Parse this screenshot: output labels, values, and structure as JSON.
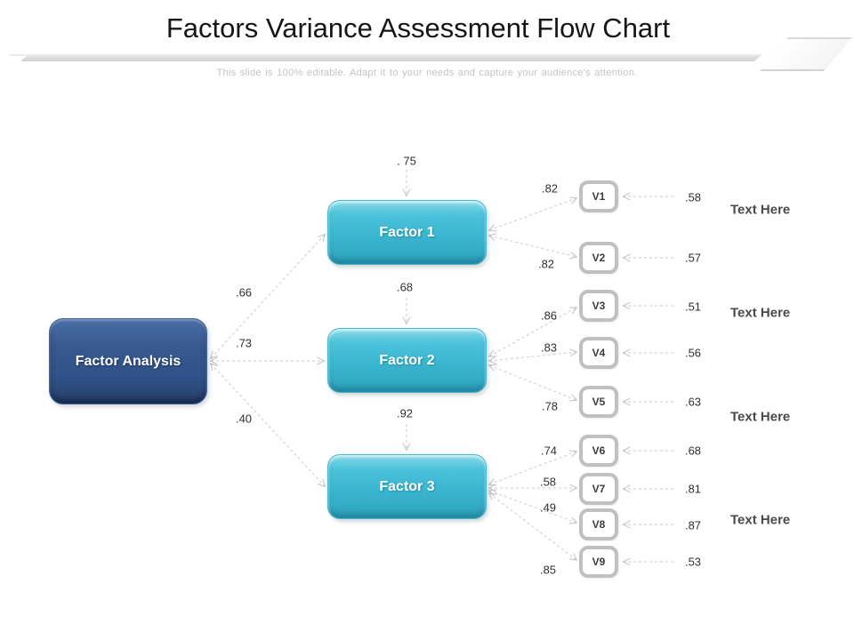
{
  "header": {
    "title": "Factors Variance Assessment Flow Chart",
    "subtitle": "This slide is 100% editable. Adapt it to your needs and capture your audience's attention."
  },
  "root": {
    "label": "Factor Analysis"
  },
  "factors": [
    {
      "label": "Factor 1",
      "path_loading": ".66",
      "variance": ". 75"
    },
    {
      "label": "Factor 2",
      "path_loading": ".73",
      "variance": ".68"
    },
    {
      "label": "Factor 3",
      "path_loading": ".40",
      "variance": ".92"
    }
  ],
  "variables": [
    {
      "label": "V1",
      "factor": "Factor 1",
      "loading": ".82",
      "error": ".58"
    },
    {
      "label": "V2",
      "factor": "Factor 1",
      "loading": ".82",
      "error": ".57"
    },
    {
      "label": "V3",
      "factor": "Factor 2",
      "loading": ".86",
      "error": ".51"
    },
    {
      "label": "V4",
      "factor": "Factor 2",
      "loading": ".83",
      "error": ".56"
    },
    {
      "label": "V5",
      "factor": "Factor 2",
      "loading": ".78",
      "error": ".63"
    },
    {
      "label": "V6",
      "factor": "Factor 3",
      "loading": ".74",
      "error": ".68"
    },
    {
      "label": "V7",
      "factor": "Factor 3",
      "loading": ".58",
      "error": ".81"
    },
    {
      "label": "V8",
      "factor": "Factor 3",
      "loading": ".49",
      "error": ".87"
    },
    {
      "label": "V9",
      "factor": "Factor 3",
      "loading": ".85",
      "error": ".53"
    }
  ],
  "annotations": [
    "Text Here",
    "Text Here",
    "Text Here",
    "Text Here"
  ],
  "colors": {
    "root_box": "#31568F",
    "factor_box": "#3FBBD4",
    "variable_border": "#C0C0C0",
    "connector": "#CBCBCB",
    "title_text": "#161616",
    "subtitle_text": "#C4C4C4",
    "annotation_text": "#4A4A4A"
  }
}
